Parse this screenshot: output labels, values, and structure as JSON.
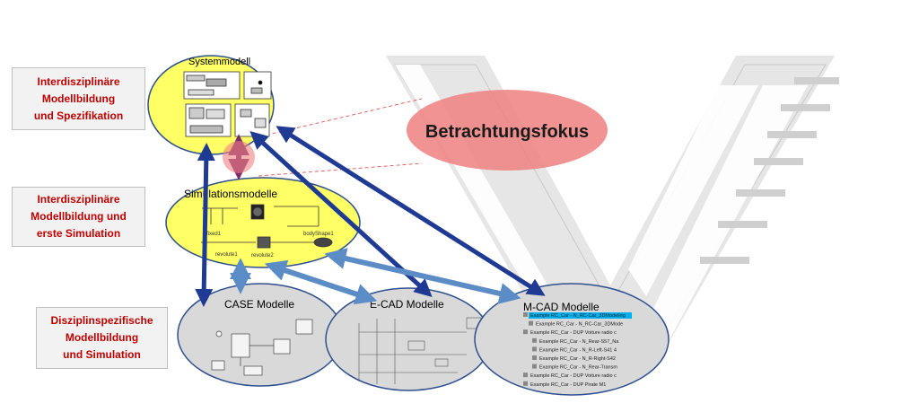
{
  "labels": {
    "level1": "Interdisziplinäre\nModellbildung\nund Spezifikation",
    "level2": "Interdisziplinäre\nModellbildung und\nerste Simulation",
    "level3": "Disziplinspezifische\nModellbildung\nund Simulation"
  },
  "models": {
    "system": "Systemmodell",
    "simulation": "Simulationsmodelle",
    "case": "CASE Modelle",
    "ecad": "E-CAD Modelle",
    "mcad": "M-CAD Modelle"
  },
  "focus": "Betrachtungsfokus",
  "sim_labels": {
    "fixed": "fixed1",
    "revolute1": "revolute1",
    "revolute2": "revolute2",
    "body": "bodyShape1"
  },
  "mcad_tree": [
    "Example RC_Car - N_RC-Car_3DModeling",
    "Example RC_Car - N_RC-Car_3DMode",
    "Example RC_Car - DUP Voiture radio c",
    "Example RC_Car - N_Rear-S57_Na",
    "Example RC_Car - N_R-Left-S41 4",
    "Example RC_Car - N_R-Right-S42",
    "Example RC_Car - N_Rear-Transm",
    "Example RC_Car - DUP Voiture radio c",
    "Example RC_Car - DUP Pirate M1"
  ],
  "colors": {
    "yellow": "#ffff66",
    "grey": "#d9d9d9",
    "arrow_dark": "#1f3a93",
    "arrow_light": "#5b8cc6",
    "focus": "#f08080",
    "label_red": "#c00000"
  }
}
